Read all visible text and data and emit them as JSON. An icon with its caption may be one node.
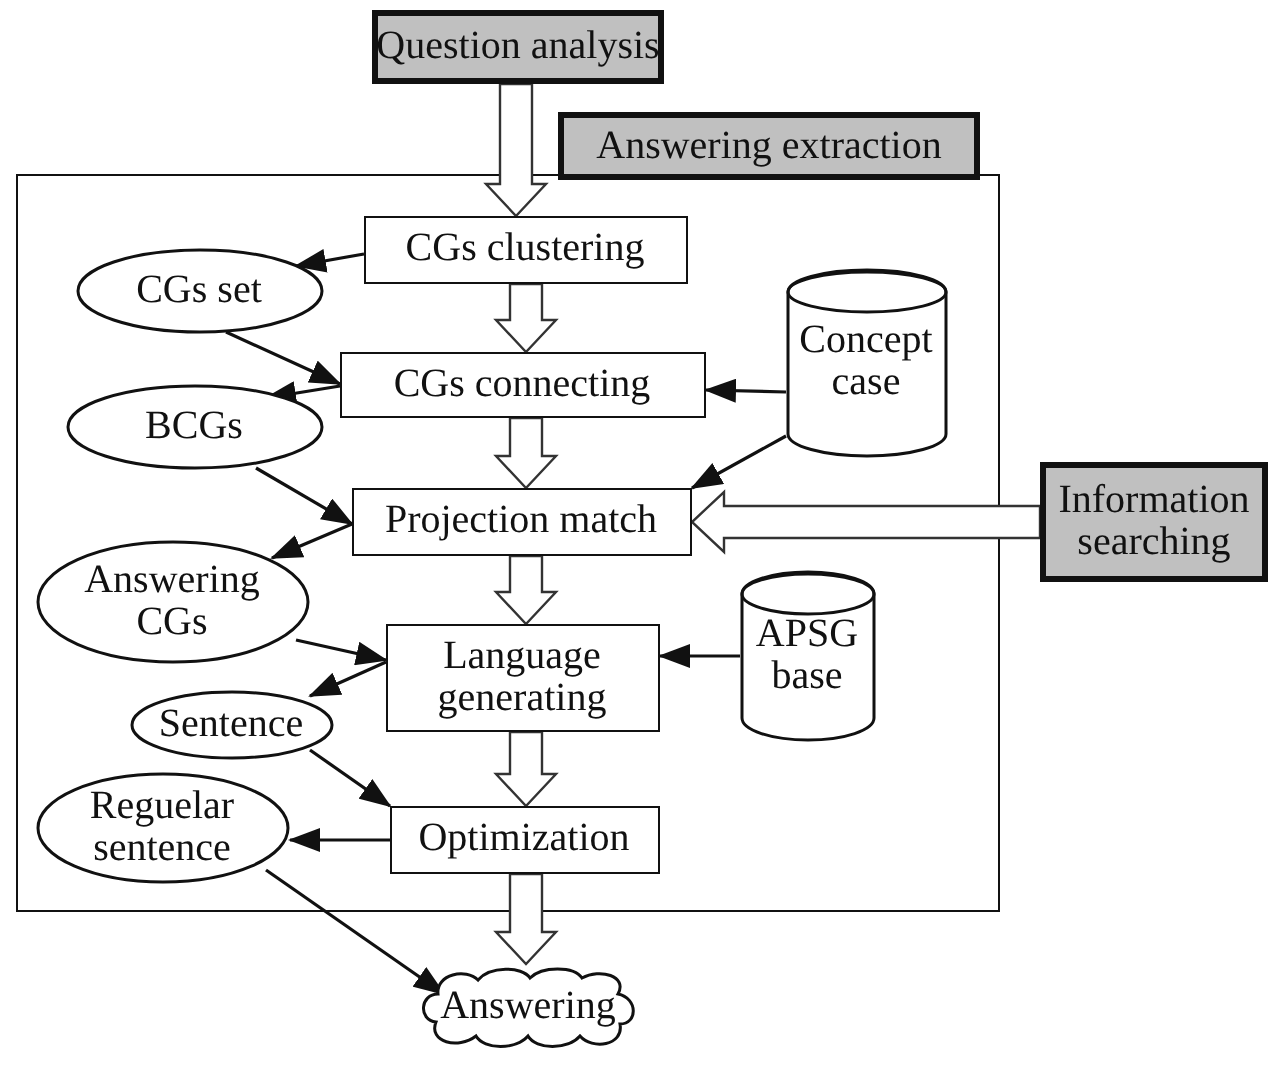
{
  "diagram": {
    "nodes": [
      {
        "text": [
          "Question analysis"
        ]
      },
      {
        "text": [
          "Answering extraction"
        ]
      },
      {
        "text": [],
        "shape": "box"
      },
      {
        "text": [
          "CGs clustering"
        ],
        "in": 2
      },
      {
        "text": [
          "CGs set"
        ],
        "in": 2
      },
      {
        "text": [
          "Concept case"
        ],
        "in": 2
      },
      {
        "text": [
          "CGs connecting"
        ],
        "in": 2
      },
      {
        "text": [
          "BCGs"
        ],
        "in": 2
      },
      {
        "text": [
          "Projection match"
        ],
        "in": 2
      },
      {
        "text": [
          "Information searching"
        ]
      },
      {
        "text": [
          "Answering CGs"
        ],
        "in": 2
      },
      {
        "text": [
          "Language generating"
        ],
        "in": 2
      },
      {
        "text": [
          "APSG base"
        ],
        "in": 2
      },
      {
        "text": [
          "Sentence"
        ],
        "in": 2
      },
      {
        "text": [
          "Optimization"
        ],
        "in": 2
      },
      {
        "text": [
          "Reguelar sentence"
        ],
        "in": 2
      },
      {
        "text": [
          "Answering"
        ]
      }
    ],
    "edges": [
      {
        "from": 0,
        "to": 3,
        "arrow": "to",
        "style": "thick"
      },
      {
        "from": 3,
        "to": 6,
        "arrow": "to",
        "style": "thick"
      },
      {
        "from": 6,
        "to": 8,
        "arrow": "to",
        "style": "thick"
      },
      {
        "from": 8,
        "to": 11,
        "arrow": "to",
        "style": "thick"
      },
      {
        "from": 11,
        "to": 14,
        "arrow": "to",
        "style": "thick"
      },
      {
        "from": 14,
        "to": 16,
        "arrow": "to",
        "style": "thick"
      },
      {
        "from": 9,
        "to": 8,
        "arrow": "to",
        "style": "thick"
      },
      {
        "from": 3,
        "to": 4,
        "arrow": "to"
      },
      {
        "from": 4,
        "to": 6,
        "arrow": "to"
      },
      {
        "from": 6,
        "to": 7,
        "arrow": "to"
      },
      {
        "from": 5,
        "to": 6,
        "arrow": "to"
      },
      {
        "from": 7,
        "to": 8,
        "arrow": "to"
      },
      {
        "from": 5,
        "to": 8,
        "arrow": "to"
      },
      {
        "from": 8,
        "to": 10,
        "arrow": "to"
      },
      {
        "from": 10,
        "to": 11,
        "arrow": "to"
      },
      {
        "from": 11,
        "to": 13,
        "arrow": "to"
      },
      {
        "from": 12,
        "to": 11,
        "arrow": "to"
      },
      {
        "from": 13,
        "to": 14,
        "arrow": "to"
      },
      {
        "from": 14,
        "to": 15,
        "arrow": "to"
      },
      {
        "from": 15,
        "to": 16,
        "arrow": "to"
      }
    ]
  }
}
